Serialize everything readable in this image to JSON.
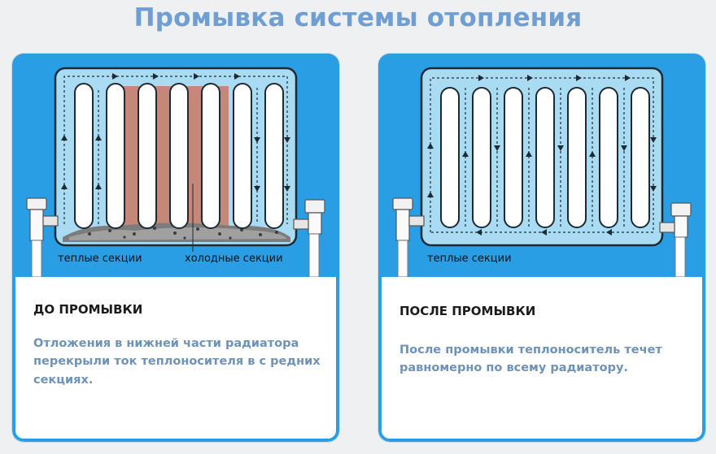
{
  "title": "Промывка системы отопления",
  "panels": {
    "before": {
      "heading": "ДО ПРОМЫВКИ",
      "description": "Отложения в нижней части радиатора перекрыли ток теплоносителя в с редних секциях.",
      "labels": {
        "warm": "теплые секции",
        "cold": "холодные секции"
      }
    },
    "after": {
      "heading": "ПОСЛЕ ПРОМЫВКИ",
      "description": "После промывки теплоноситель течет равномерно по всему радиатору.",
      "labels": {
        "warm": "теплые секции"
      }
    }
  },
  "colors": {
    "title": "#6f9fd2",
    "panel_blue": "#2a9ee5",
    "radiator_fill": "#a9dcf2",
    "cold_section": "#c58878",
    "description_text": "#6f93b8"
  }
}
